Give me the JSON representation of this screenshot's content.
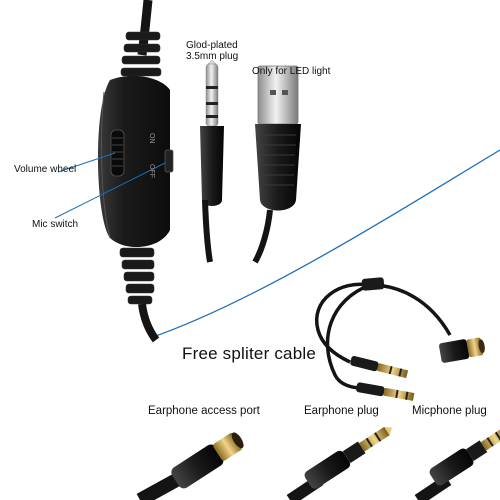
{
  "labels": {
    "gold_plated_line1": "Glod-plated",
    "gold_plated_line2": "3.5mm plug",
    "led_only": "Only for LED light",
    "volume_wheel": "Volume wheel",
    "mic_switch": "Mic switch",
    "switch_on": "ON",
    "switch_off": "OFF",
    "splitter_title": "Free spliter cable",
    "earphone_port": "Earphone access port",
    "earphone_plug": "Earphone plug",
    "micphone_plug": "Micphone plug"
  },
  "colors": {
    "accent_blue": "#1e6fb8",
    "cable_black": "#141414",
    "metal_gold": "#c9a44a",
    "metal_silver": "#b9b9b9"
  }
}
